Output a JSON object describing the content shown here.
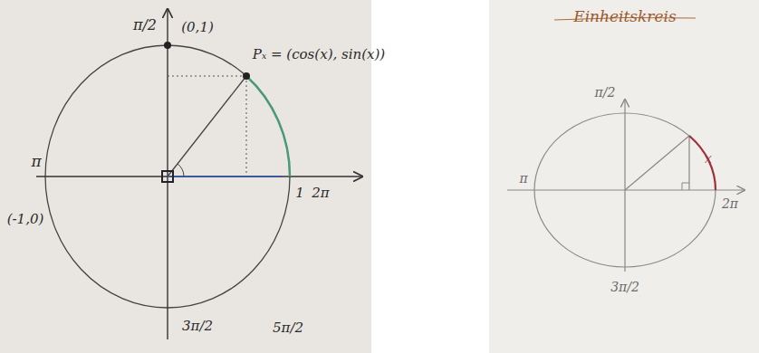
{
  "diagram": {
    "labels": [
      "π/2",
      "(0,1)",
      "Pₓ = (cos(x), sin(x))",
      "π",
      "(-1,0)",
      "1",
      "2π",
      "3π/2",
      "5π/2",
      "Einheitskreis",
      "π/2",
      "π",
      "x",
      "2π",
      "3π/2"
    ]
  }
}
